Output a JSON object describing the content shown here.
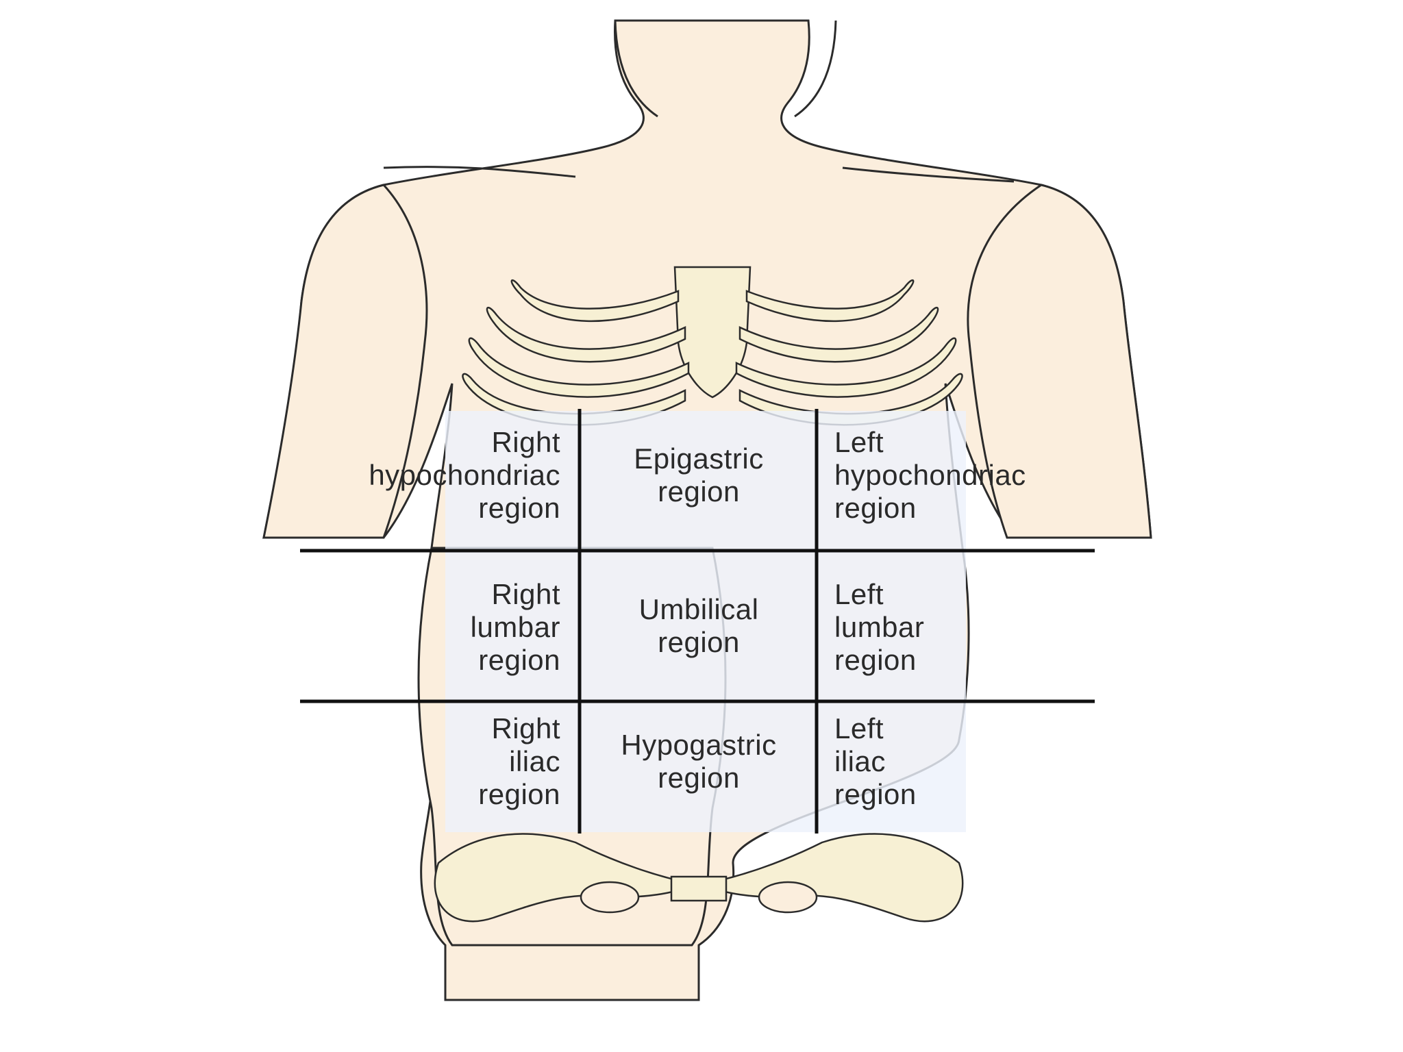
{
  "colors": {
    "skin": "#fbeedd",
    "bone": "#f7f0d4",
    "outline": "#2b2b2b",
    "panel": "#edf1fb",
    "divider": "#111111",
    "text": "#2a2a2a"
  },
  "regions": {
    "right_hypochondriac": [
      "Right",
      "hypochondriac",
      "region"
    ],
    "epigastric": [
      "Epigastric",
      "region"
    ],
    "left_hypochondriac": [
      "Left",
      "hypochondriac",
      "region"
    ],
    "right_lumbar": [
      "Right",
      "lumbar",
      "region"
    ],
    "umbilical": [
      "Umbilical",
      "region"
    ],
    "left_lumbar": [
      "Left",
      "lumbar",
      "region"
    ],
    "right_iliac": [
      "Right",
      "iliac",
      "region"
    ],
    "hypogastric": [
      "Hypogastric",
      "region"
    ],
    "left_iliac": [
      "Left",
      "iliac",
      "region"
    ]
  }
}
